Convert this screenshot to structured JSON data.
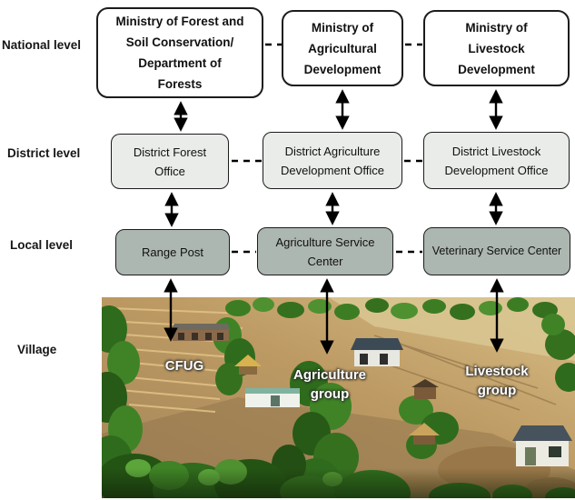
{
  "levels": {
    "national": "National level",
    "district": "District level",
    "local": "Local level",
    "village": "Village"
  },
  "boxes": {
    "national_forest": "Ministry of Forest and\nSoil Conservation/\nDepartment of\nForests",
    "national_agriculture": "Ministry of\nAgricultural\nDevelopment",
    "national_livestock": "Ministry of\nLivestock\nDevelopment",
    "district_forest": "District Forest\nOffice",
    "district_agriculture": "District Agriculture\nDevelopment Office",
    "district_livestock": "District Livestock\nDevelopment Office",
    "local_forest": "Range Post",
    "local_agriculture": "Agriculture Service\nCenter",
    "local_livestock": "Veterinary Service Center"
  },
  "village_groups": {
    "forest": "CFUG",
    "agriculture": "Agriculture\ngroup",
    "livestock": "Livestock\ngroup"
  },
  "colors": {
    "national_box_fill": "#ffffff",
    "district_box_fill": "#e9ece8",
    "local_box_fill": "#adb7b1",
    "connector_line": "#000000",
    "photo_label_color": "#ffffff"
  }
}
